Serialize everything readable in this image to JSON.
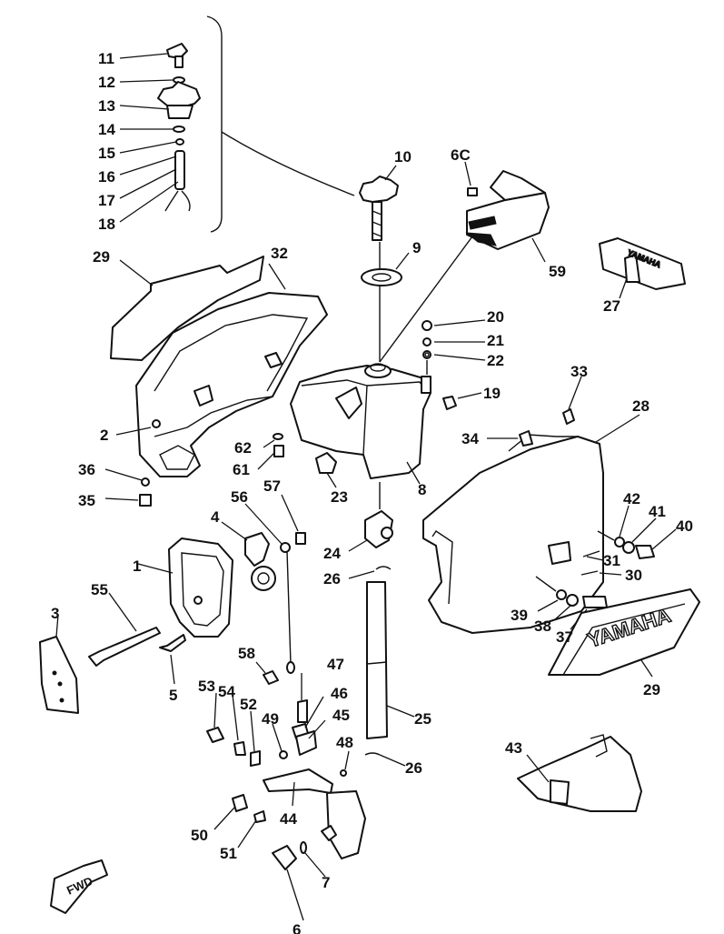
{
  "diagram": {
    "brand_text": "YAMAHA",
    "fwd_text": "FWD",
    "callouts": [
      {
        "id": "c11",
        "text": "11"
      },
      {
        "id": "c12",
        "text": "12"
      },
      {
        "id": "c13",
        "text": "13"
      },
      {
        "id": "c14",
        "text": "14"
      },
      {
        "id": "c15",
        "text": "15"
      },
      {
        "id": "c16",
        "text": "16"
      },
      {
        "id": "c17",
        "text": "17"
      },
      {
        "id": "c18",
        "text": "18"
      },
      {
        "id": "c10",
        "text": "10"
      },
      {
        "id": "c60",
        "text": "6C"
      },
      {
        "id": "c9",
        "text": "9"
      },
      {
        "id": "c59",
        "text": "59"
      },
      {
        "id": "c27",
        "text": "27"
      },
      {
        "id": "c29a",
        "text": "29"
      },
      {
        "id": "c32",
        "text": "32"
      },
      {
        "id": "c20",
        "text": "20"
      },
      {
        "id": "c21",
        "text": "21"
      },
      {
        "id": "c22",
        "text": "22"
      },
      {
        "id": "c19",
        "text": "19"
      },
      {
        "id": "c33",
        "text": "33"
      },
      {
        "id": "c28",
        "text": "28"
      },
      {
        "id": "c2",
        "text": "2"
      },
      {
        "id": "c62",
        "text": "62"
      },
      {
        "id": "c61",
        "text": "61"
      },
      {
        "id": "c34",
        "text": "34"
      },
      {
        "id": "c36",
        "text": "36"
      },
      {
        "id": "c35",
        "text": "35"
      },
      {
        "id": "c23",
        "text": "23"
      },
      {
        "id": "c8",
        "text": "8"
      },
      {
        "id": "c57",
        "text": "57"
      },
      {
        "id": "c56",
        "text": "56"
      },
      {
        "id": "c4",
        "text": "4"
      },
      {
        "id": "c42",
        "text": "42"
      },
      {
        "id": "c41",
        "text": "41"
      },
      {
        "id": "c40",
        "text": "40"
      },
      {
        "id": "c1",
        "text": "1"
      },
      {
        "id": "c24",
        "text": "24"
      },
      {
        "id": "c26a",
        "text": "26"
      },
      {
        "id": "c31",
        "text": "31"
      },
      {
        "id": "c30",
        "text": "30"
      },
      {
        "id": "c55",
        "text": "55"
      },
      {
        "id": "c3",
        "text": "3"
      },
      {
        "id": "c39",
        "text": "39"
      },
      {
        "id": "c38",
        "text": "38"
      },
      {
        "id": "c37",
        "text": "37"
      },
      {
        "id": "c29b",
        "text": "29"
      },
      {
        "id": "c58",
        "text": "58"
      },
      {
        "id": "c5",
        "text": "5"
      },
      {
        "id": "c47",
        "text": "47"
      },
      {
        "id": "c53",
        "text": "53"
      },
      {
        "id": "c54",
        "text": "54"
      },
      {
        "id": "c52",
        "text": "52"
      },
      {
        "id": "c46",
        "text": "46"
      },
      {
        "id": "c45",
        "text": "45"
      },
      {
        "id": "c49",
        "text": "49"
      },
      {
        "id": "c25",
        "text": "25"
      },
      {
        "id": "c48",
        "text": "48"
      },
      {
        "id": "c26b",
        "text": "26"
      },
      {
        "id": "c43",
        "text": "43"
      },
      {
        "id": "c44",
        "text": "44"
      },
      {
        "id": "c50",
        "text": "50"
      },
      {
        "id": "c51",
        "text": "51"
      },
      {
        "id": "c7",
        "text": "7"
      },
      {
        "id": "c6",
        "text": "6"
      }
    ]
  }
}
